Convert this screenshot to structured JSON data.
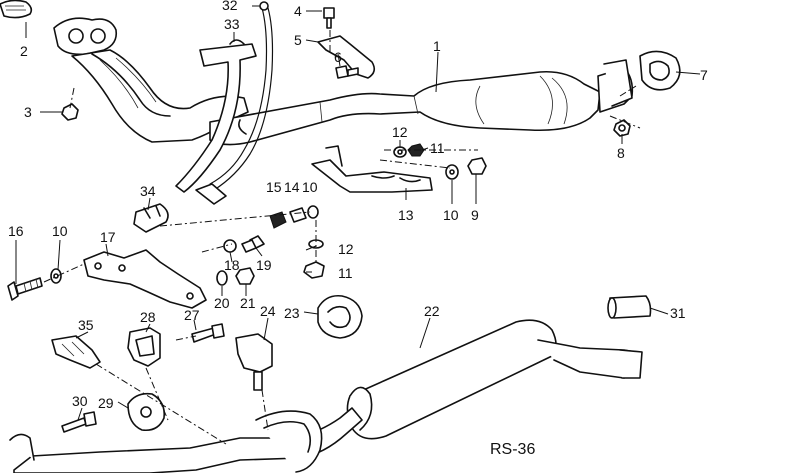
{
  "diagram": {
    "reference_code": "RS-36",
    "callouts": [
      {
        "id": "c1",
        "label": "1"
      },
      {
        "id": "c2",
        "label": "2"
      },
      {
        "id": "c3",
        "label": "3"
      },
      {
        "id": "c4",
        "label": "4"
      },
      {
        "id": "c5",
        "label": "5"
      },
      {
        "id": "c6",
        "label": "6"
      },
      {
        "id": "c7",
        "label": "7"
      },
      {
        "id": "c8",
        "label": "8"
      },
      {
        "id": "c9",
        "label": "9"
      },
      {
        "id": "c10a",
        "label": "10"
      },
      {
        "id": "c10b",
        "label": "10"
      },
      {
        "id": "c11a",
        "label": "11"
      },
      {
        "id": "c11b",
        "label": "11"
      },
      {
        "id": "c12a",
        "label": "12"
      },
      {
        "id": "c12b",
        "label": "12"
      },
      {
        "id": "c13",
        "label": "13"
      },
      {
        "id": "c15",
        "label": "15"
      },
      {
        "id": "c14",
        "label": "14"
      },
      {
        "id": "c10c",
        "label": "10"
      },
      {
        "id": "c16",
        "label": "16"
      },
      {
        "id": "c17",
        "label": "17"
      },
      {
        "id": "c18",
        "label": "18"
      },
      {
        "id": "c19",
        "label": "19"
      },
      {
        "id": "c20",
        "label": "20"
      },
      {
        "id": "c21",
        "label": "21"
      },
      {
        "id": "c22",
        "label": "22"
      },
      {
        "id": "c23",
        "label": "23"
      },
      {
        "id": "c24",
        "label": "24"
      },
      {
        "id": "c27",
        "label": "27"
      },
      {
        "id": "c28",
        "label": "28"
      },
      {
        "id": "c29",
        "label": "29"
      },
      {
        "id": "c30",
        "label": "30"
      },
      {
        "id": "c31",
        "label": "31"
      },
      {
        "id": "c32",
        "label": "32"
      },
      {
        "id": "c33",
        "label": "33"
      },
      {
        "id": "c34",
        "label": "34"
      },
      {
        "id": "c35",
        "label": "35"
      }
    ]
  }
}
